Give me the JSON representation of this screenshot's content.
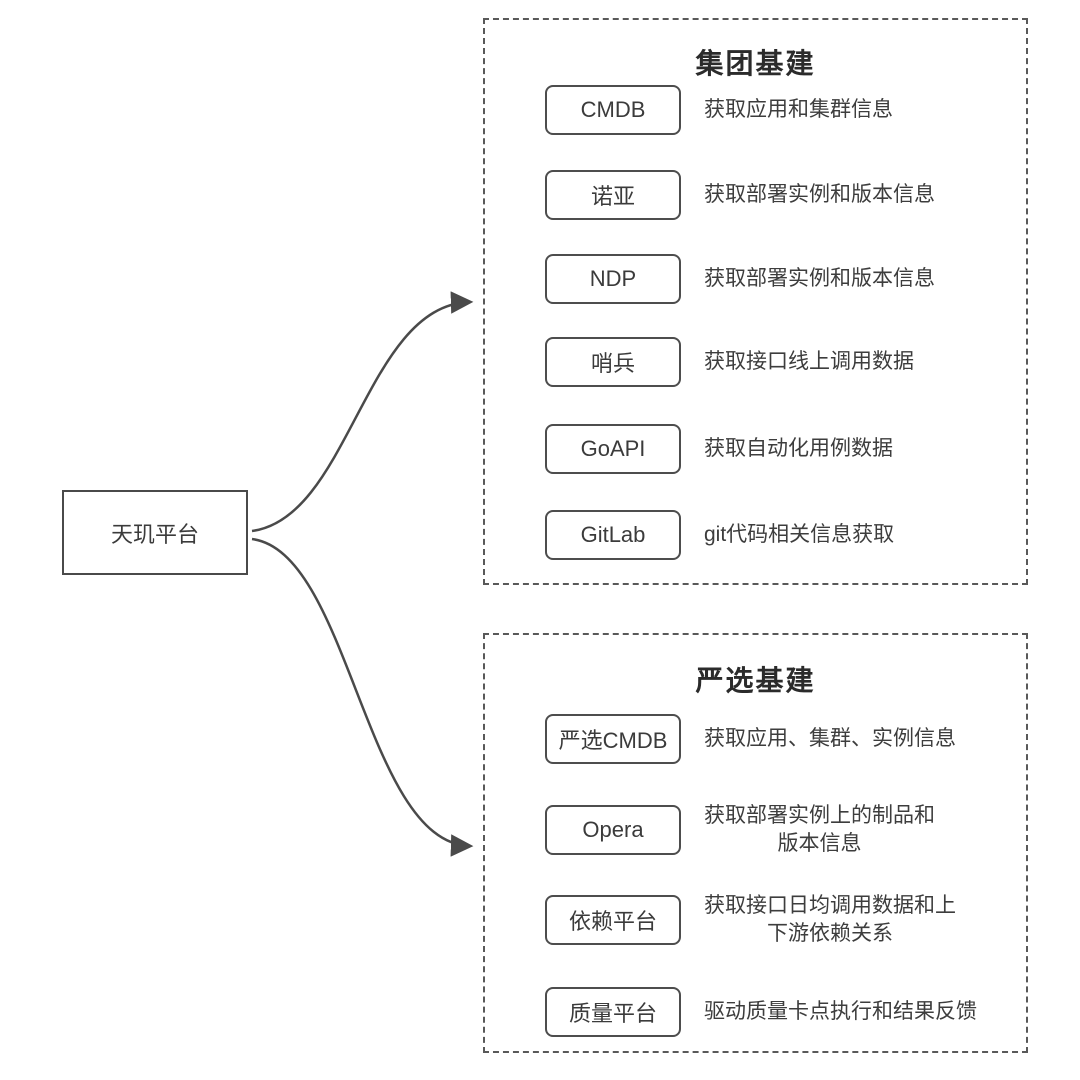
{
  "diagram": {
    "root": {
      "label": "天玑平台"
    },
    "groups": [
      {
        "title": "集团基建",
        "items": [
          {
            "label": "CMDB",
            "desc": "获取应用和集群信息"
          },
          {
            "label": "诺亚",
            "desc": "获取部署实例和版本信息"
          },
          {
            "label": "NDP",
            "desc": "获取部署实例和版本信息"
          },
          {
            "label": "哨兵",
            "desc": "获取接口线上调用数据"
          },
          {
            "label": "GoAPI",
            "desc": "获取自动化用例数据"
          },
          {
            "label": "GitLab",
            "desc": "git代码相关信息获取"
          }
        ]
      },
      {
        "title": "严选基建",
        "items": [
          {
            "label": "严选CMDB",
            "desc": "获取应用、集群、实例信息"
          },
          {
            "label": "Opera",
            "desc": "获取部署实例上的制品和\n版本信息"
          },
          {
            "label": "依赖平台",
            "desc": "获取接口日均调用数据和上\n下游依赖关系"
          },
          {
            "label": "质量平台",
            "desc": "驱动质量卡点执行和结果反馈"
          }
        ]
      }
    ],
    "colors": {
      "background": "#ffffff",
      "node_border": "#4d4d4d",
      "group_border_dashed": "#595959",
      "arrow_line": "#4a4a4a",
      "title_text": "#2b2b2b",
      "body_text": "#3d3d3d"
    }
  }
}
